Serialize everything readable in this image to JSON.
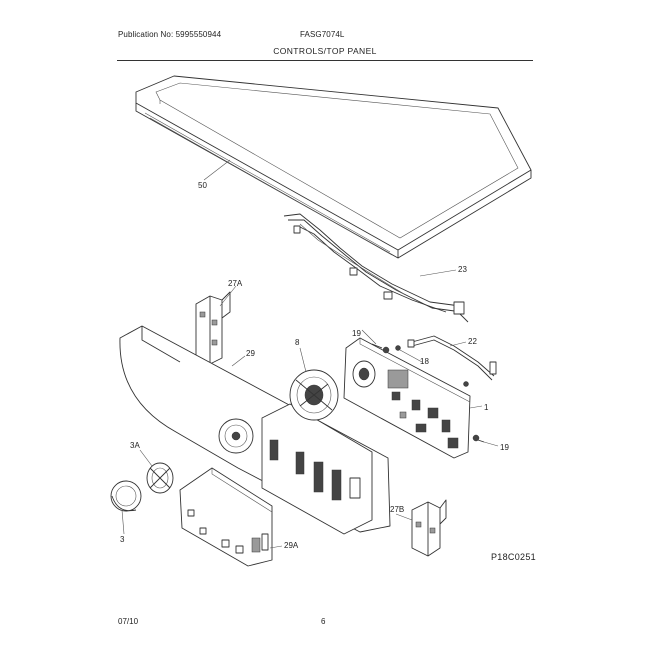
{
  "header": {
    "publication": "Publication No: 5995550944",
    "model": "FASG7074L",
    "section_title": "CONTROLS/TOP PANEL"
  },
  "parts": [
    {
      "label": "50"
    },
    {
      "label": "23"
    },
    {
      "label": "27A"
    },
    {
      "label": "29"
    },
    {
      "label": "8"
    },
    {
      "label": "19"
    },
    {
      "label": "22"
    },
    {
      "label": "18"
    },
    {
      "label": "1"
    },
    {
      "label": "19"
    },
    {
      "label": "3A"
    },
    {
      "label": "3"
    },
    {
      "label": "27B"
    },
    {
      "label": "29A"
    }
  ],
  "diagram_ref": "P18C0251",
  "footer": {
    "date": "07/10",
    "page": "6"
  }
}
